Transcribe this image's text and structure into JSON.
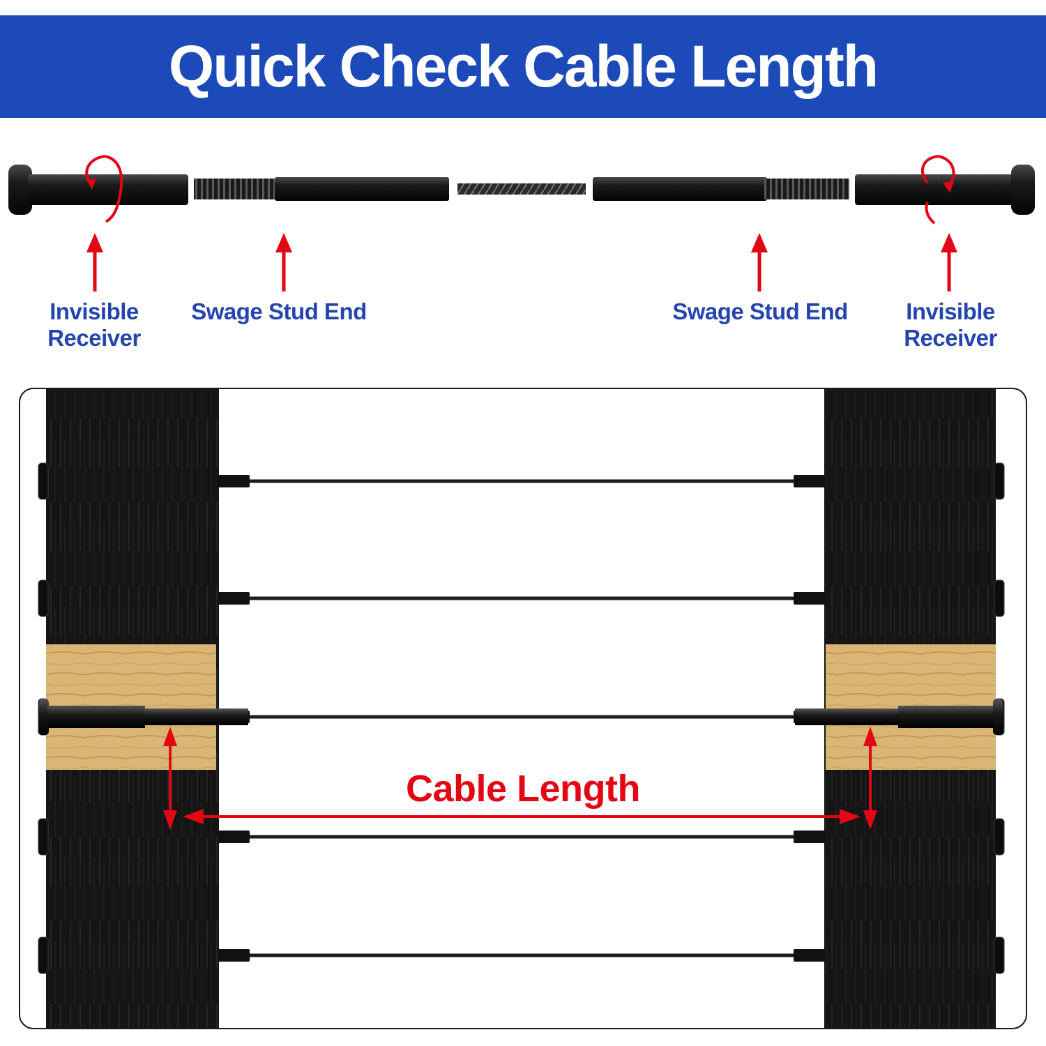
{
  "header": {
    "title": "Quick Check Cable Length",
    "background": "#1c4ab8",
    "text_color": "#ffffff"
  },
  "hardware": {
    "labels": {
      "left_receiver": "Invisible\nReceiver",
      "left_stud": "Swage Stud End",
      "right_stud": "Swage Stud End",
      "right_receiver": "Invisible\nReceiver"
    },
    "label_color": "#2445b0",
    "arrow_color": "#e30613",
    "parts_color": "#1a1a1a",
    "icons": [
      "rotate-arrow-icon",
      "up-arrow-icon"
    ]
  },
  "railing": {
    "cable_length_label": "Cable Length",
    "dimension_color": "#e30613",
    "post_color": "#141414",
    "wood_color": "#d9b676",
    "cable_rows": 5,
    "icons": [
      "dimension-arrow-icon",
      "vertical-arrow-icon"
    ]
  }
}
